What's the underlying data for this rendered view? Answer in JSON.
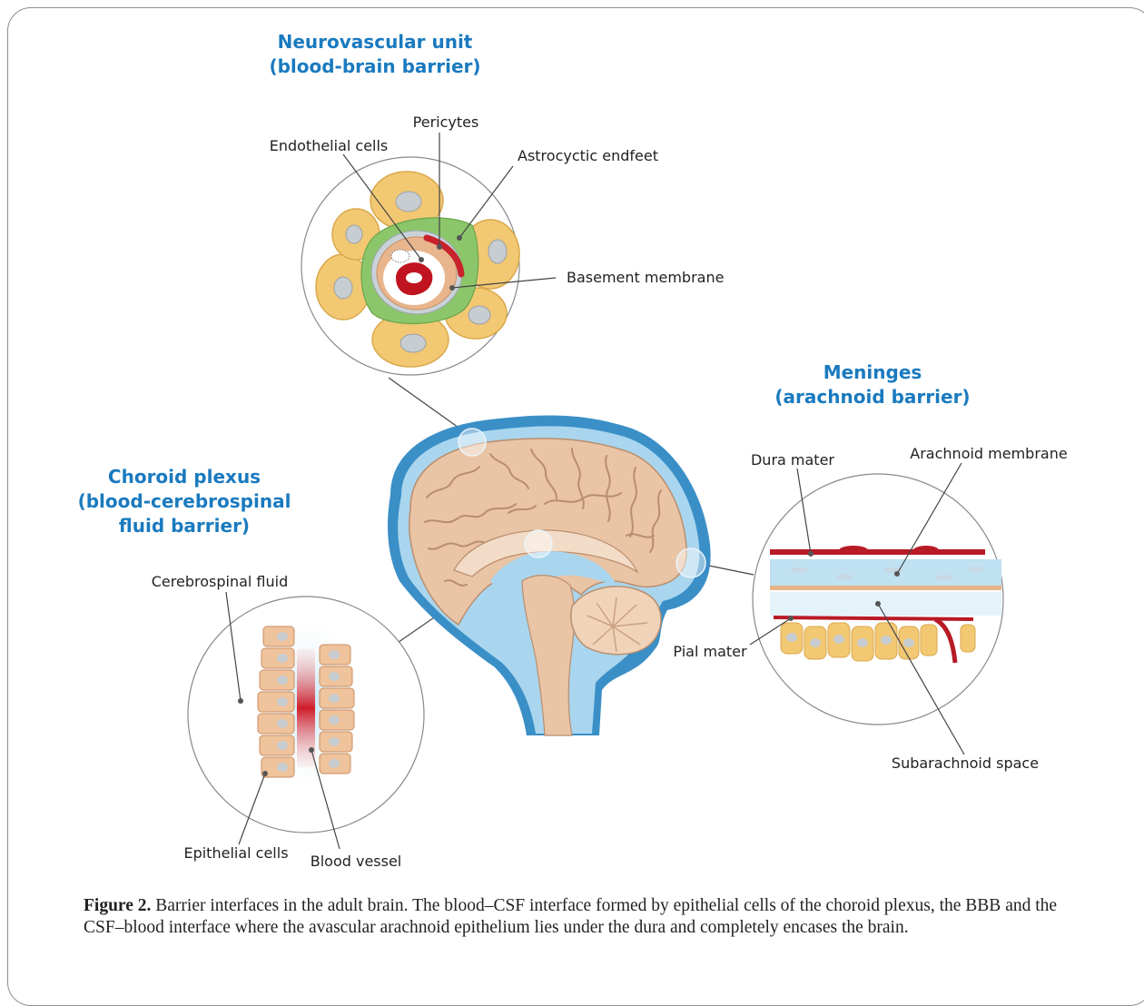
{
  "figure": {
    "sections": {
      "nvu_title": [
        "Neurovascular unit",
        "(blood-brain barrier)"
      ],
      "choroid_title": [
        "Choroid plexus",
        "(blood-cerebrospinal",
        "fluid barrier)"
      ],
      "meninges_title": [
        "Meninges",
        "(arachnoid barrier)"
      ]
    },
    "labels": {
      "pericytes": "Pericytes",
      "endothelial": "Endothelial cells",
      "astro": "Astrocyctic endfeet",
      "basement": "Basement membrane",
      "csf": "Cerebrospinal fluid",
      "epithelial": "Epithelial cells",
      "blood_vessel": "Blood vessel",
      "dura": "Dura mater",
      "arachnoid": "Arachnoid membrane",
      "pial": "Pial mater",
      "subarachnoid": "Subarachnoid space"
    },
    "caption": {
      "label": "Figure 2.",
      "text": " Barrier interfaces in the adult brain. The blood–CSF interface formed by epithelial cells of the choroid plexus, the BBB and the CSF–blood interface where the avascular arachnoid epithelium lies under the dura and completely encases the brain."
    }
  }
}
